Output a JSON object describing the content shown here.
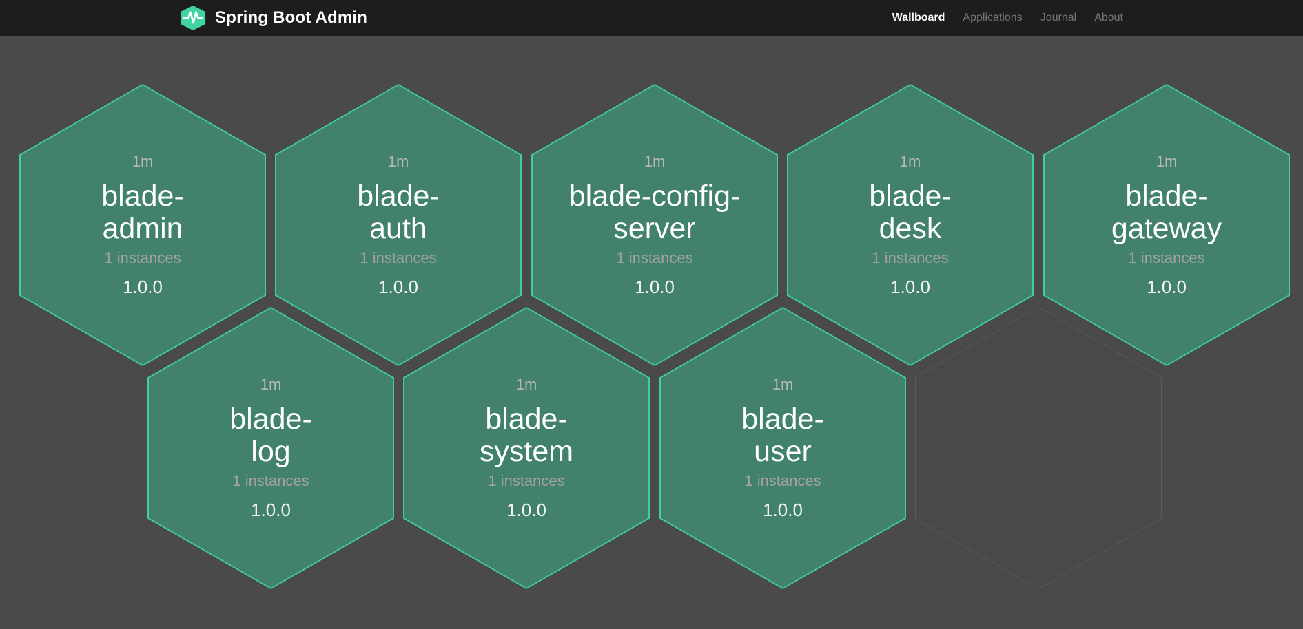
{
  "header": {
    "brand": "Spring Boot Admin",
    "logo_icon": "hexagon-pulse-icon",
    "nav": [
      {
        "label": "Wallboard",
        "active": true
      },
      {
        "label": "Applications",
        "active": false
      },
      {
        "label": "Journal",
        "active": false
      },
      {
        "label": "About",
        "active": false
      }
    ]
  },
  "wallboard": {
    "apps": [
      {
        "name": "blade-\nadmin",
        "uptime": "1m",
        "instances": "1 instances",
        "version": "1.0.0",
        "status": "up"
      },
      {
        "name": "blade-\nauth",
        "uptime": "1m",
        "instances": "1 instances",
        "version": "1.0.0",
        "status": "up"
      },
      {
        "name": "blade-config-\nserver",
        "uptime": "1m",
        "instances": "1 instances",
        "version": "1.0.0",
        "status": "up"
      },
      {
        "name": "blade-\ndesk",
        "uptime": "1m",
        "instances": "1 instances",
        "version": "1.0.0",
        "status": "up"
      },
      {
        "name": "blade-\ngateway",
        "uptime": "1m",
        "instances": "1 instances",
        "version": "1.0.0",
        "status": "up"
      },
      {
        "name": "blade-\nlog",
        "uptime": "1m",
        "instances": "1 instances",
        "version": "1.0.0",
        "status": "up"
      },
      {
        "name": "blade-\nsystem",
        "uptime": "1m",
        "instances": "1 instances",
        "version": "1.0.0",
        "status": "up"
      },
      {
        "name": "blade-\nuser",
        "uptime": "1m",
        "instances": "1 instances",
        "version": "1.0.0",
        "status": "up"
      }
    ],
    "empty_slots": 1
  },
  "colors": {
    "brand_green": "#42d3a5",
    "tile_fill": "#42826a",
    "tile_border": "#3dd1a0",
    "empty_tile_border": "#5b5b5b",
    "page_background": "#4a4a4a",
    "header_background": "#1d1d1d"
  }
}
